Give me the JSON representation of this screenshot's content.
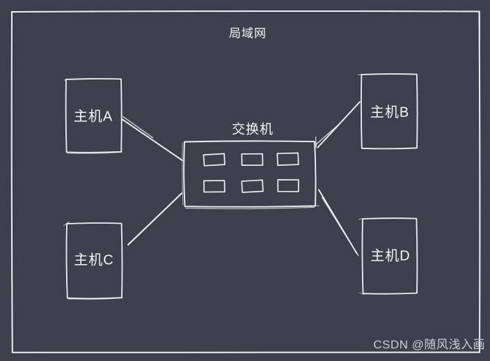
{
  "title": "局域网",
  "watermark": "CSDN @随风浅入画",
  "colors": {
    "background": "#3b414c",
    "stroke": "#eef0f3",
    "text": "#f3f5f8",
    "watermark_text": "#c9ced6"
  },
  "diagram": {
    "type": "network-topology",
    "style": "hand-drawn-sketch",
    "lan_label": "局域网",
    "switch": {
      "label": "交换机",
      "ports": 6,
      "port_rows": 2,
      "port_cols": 3
    },
    "hosts": [
      {
        "id": "A",
        "label": "主机A",
        "position": "top-left"
      },
      {
        "id": "B",
        "label": "主机B",
        "position": "top-right"
      },
      {
        "id": "C",
        "label": "主机C",
        "position": "bottom-left"
      },
      {
        "id": "D",
        "label": "主机D",
        "position": "bottom-right"
      }
    ],
    "edges": [
      {
        "from": "主机A",
        "to": "交换机"
      },
      {
        "from": "主机B",
        "to": "交换机"
      },
      {
        "from": "主机C",
        "to": "交换机"
      },
      {
        "from": "主机D",
        "to": "交换机"
      }
    ]
  }
}
